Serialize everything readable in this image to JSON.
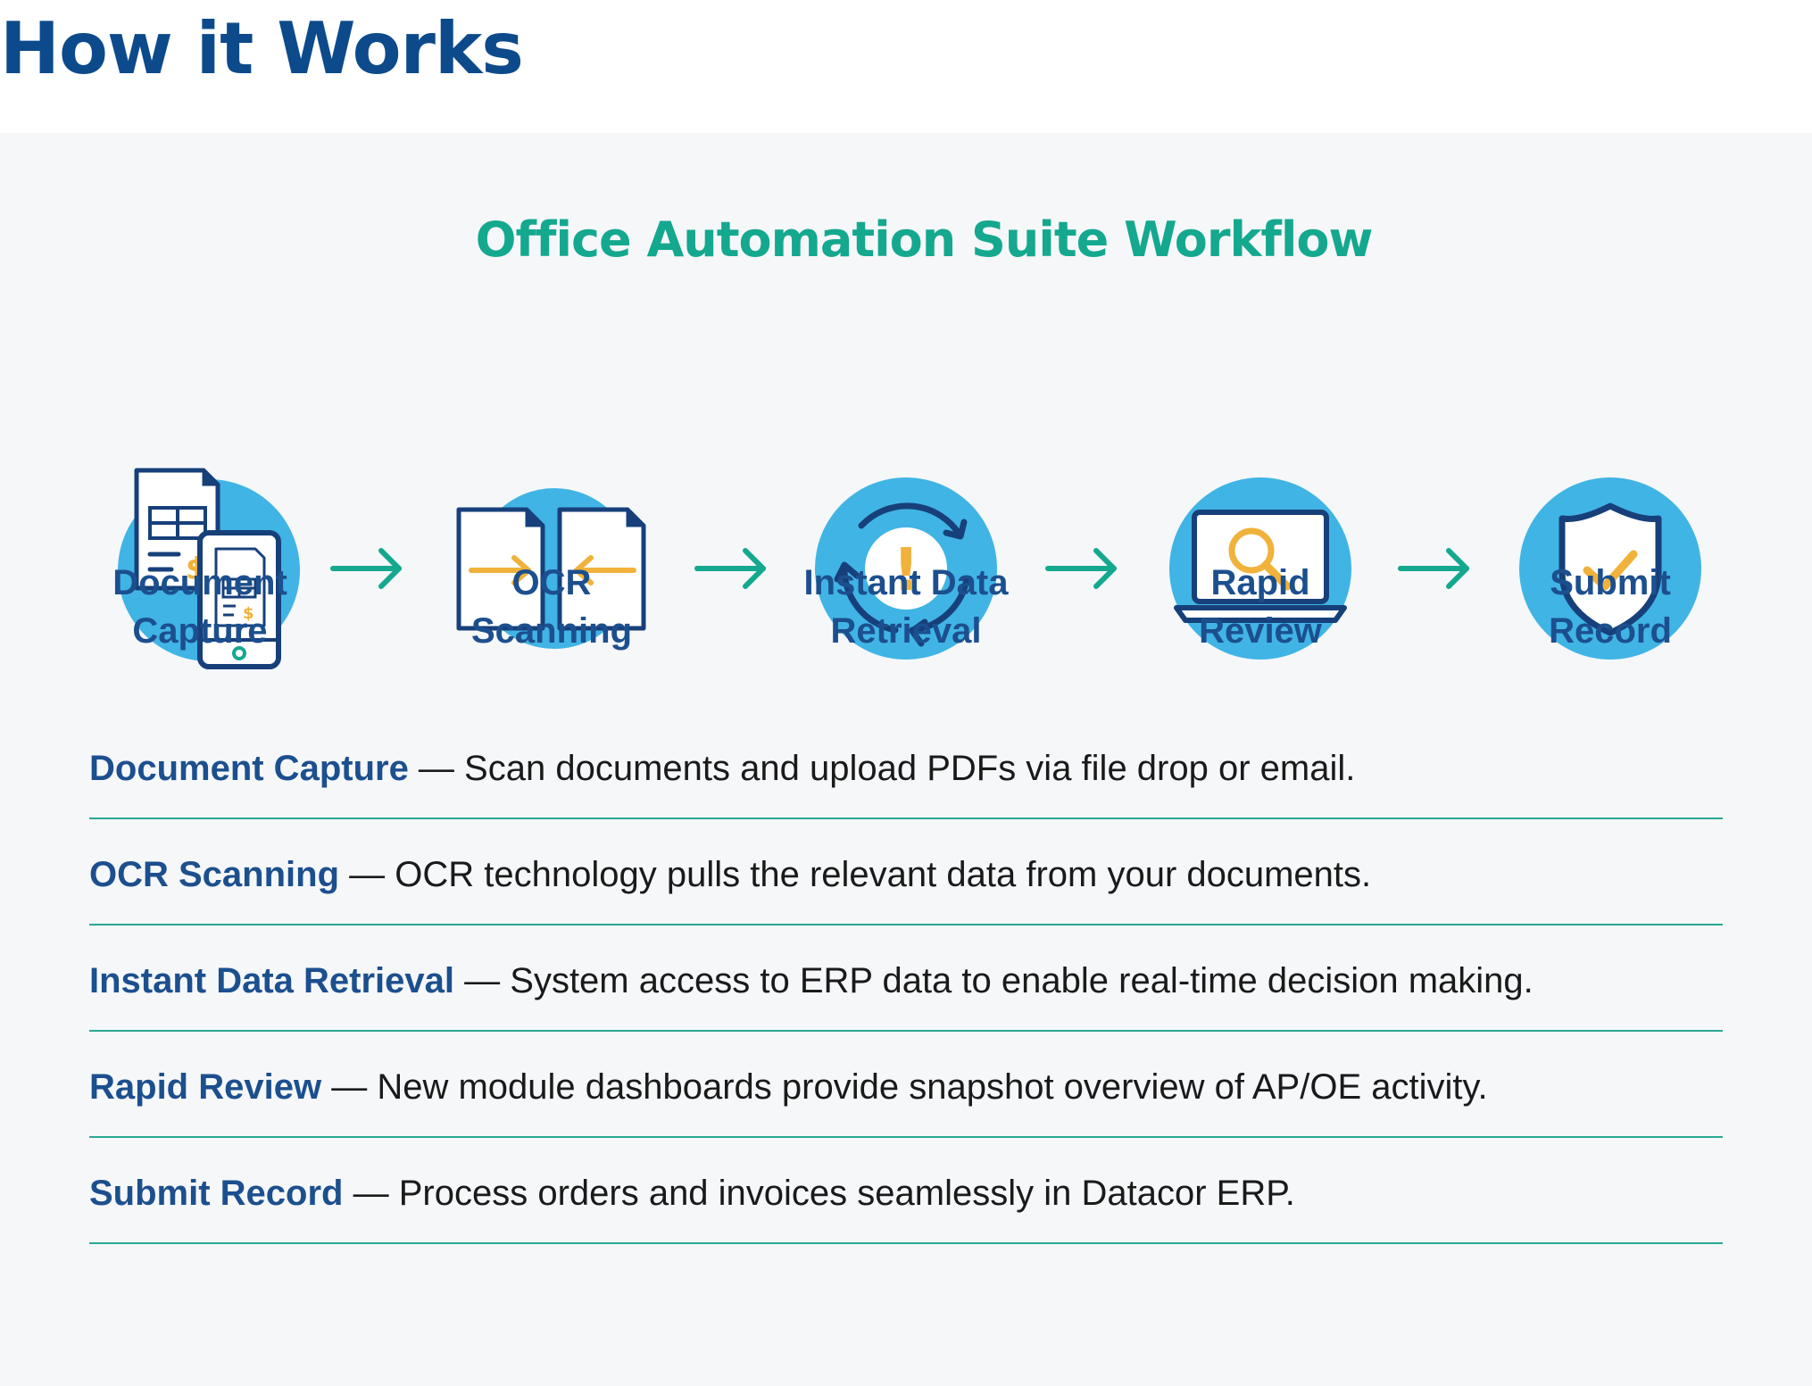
{
  "page_title": "How it Works",
  "workflow": {
    "title": "Office Automation Suite Workflow",
    "steps": [
      {
        "label_line1": "Document",
        "label_line2": "Capture",
        "icon": "document-capture-icon"
      },
      {
        "label_line1": "OCR",
        "label_line2": "Scanning",
        "icon": "ocr-scanning-icon"
      },
      {
        "label_line1": "Instant Data",
        "label_line2": "Retrieval",
        "icon": "data-retrieval-icon"
      },
      {
        "label_line1": "Rapid",
        "label_line2": "Review",
        "icon": "laptop-review-icon"
      },
      {
        "label_line1": "Submit",
        "label_line2": "Record",
        "icon": "shield-check-icon"
      }
    ],
    "dollar_symbol": "$",
    "alert_symbol": "!"
  },
  "descriptions": [
    {
      "term": "Document Capture",
      "separator": " — ",
      "text": "Scan documents and upload PDFs via file drop or email."
    },
    {
      "term": "OCR Scanning",
      "separator": " — ",
      "text": "OCR technology pulls the relevant data from your documents."
    },
    {
      "term": "Instant Data Retrieval",
      "separator": " — ",
      "text": "System access to ERP data to enable real-time decision making."
    },
    {
      "term": "Rapid Review",
      "separator": " — ",
      "text": "New module dashboards provide snapshot overview of AP/OE activity."
    },
    {
      "term": "Submit Record",
      "separator": " — ",
      "text": "Process orders and invoices seamlessly in Datacor ERP."
    }
  ],
  "colors": {
    "navy": "#1c4f8e",
    "teal": "#14a88f",
    "circle_blue": "#40b4e5",
    "accent_yellow": "#f0b23a",
    "panel_bg": "#f5f7f9"
  }
}
